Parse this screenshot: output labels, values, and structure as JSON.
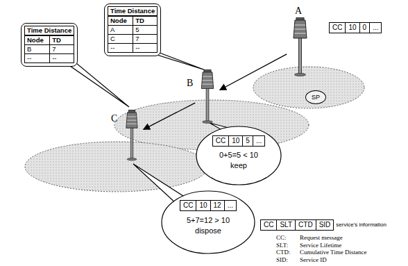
{
  "diagram": {
    "nodes": [
      {
        "text": [
          "Time Distance",
          "Node",
          "TD",
          "B",
          "7",
          "--",
          "--"
        ]
      },
      {
        "text": [
          "Time Distance",
          "Node",
          "TD",
          "A",
          "5",
          "C",
          "7",
          "--",
          "--"
        ]
      },
      {
        "text": [
          "A"
        ]
      },
      {
        "text": [
          "CC",
          "10",
          "0",
          "..."
        ]
      },
      {
        "text": [
          "SP"
        ]
      },
      {
        "text": [
          "B"
        ]
      },
      {
        "text": [
          "0+5=5 < 10",
          "keep"
        ]
      },
      {
        "text": [
          "CC",
          "10",
          "5",
          "..."
        ],
        "in": 6
      },
      {
        "text": [
          "C"
        ]
      },
      {
        "text": [
          "5+7=12 > 10",
          "dispose"
        ]
      },
      {
        "text": [
          "CC",
          "10",
          "12",
          "..."
        ],
        "in": 9
      },
      {
        "text": [
          "CC",
          "SLT",
          "CTD",
          "SID",
          "service's information"
        ]
      }
    ],
    "edges": [
      {
        "from": 2,
        "to": 5,
        "arrow": "to"
      },
      {
        "from": 5,
        "to": 8,
        "arrow": "to"
      }
    ],
    "labels": [
      "CC:",
      "Request message",
      "SLT:",
      "Service Lifetime",
      "CTD:",
      "Cumulative Time Distance",
      "SID:",
      "Service ID"
    ]
  }
}
